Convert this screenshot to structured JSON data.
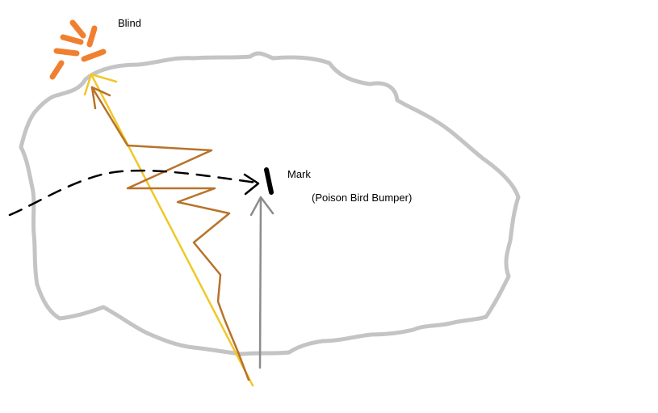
{
  "labels": {
    "blind": "Blind",
    "mark": "Mark",
    "bumper": "(Poison Bird Bumper)"
  },
  "colors": {
    "background": "#ffffff",
    "outline": "#c4c4c4",
    "burst": "#f08030",
    "yellow_path": "#f0c828",
    "brown_path": "#b8722a",
    "gray_path": "#8c8c8c",
    "dashed_path": "#000000",
    "mark": "#000000",
    "text": "#000000"
  },
  "icons": {
    "burst": "sunburst-icon",
    "mark": "mark-bar-icon"
  }
}
